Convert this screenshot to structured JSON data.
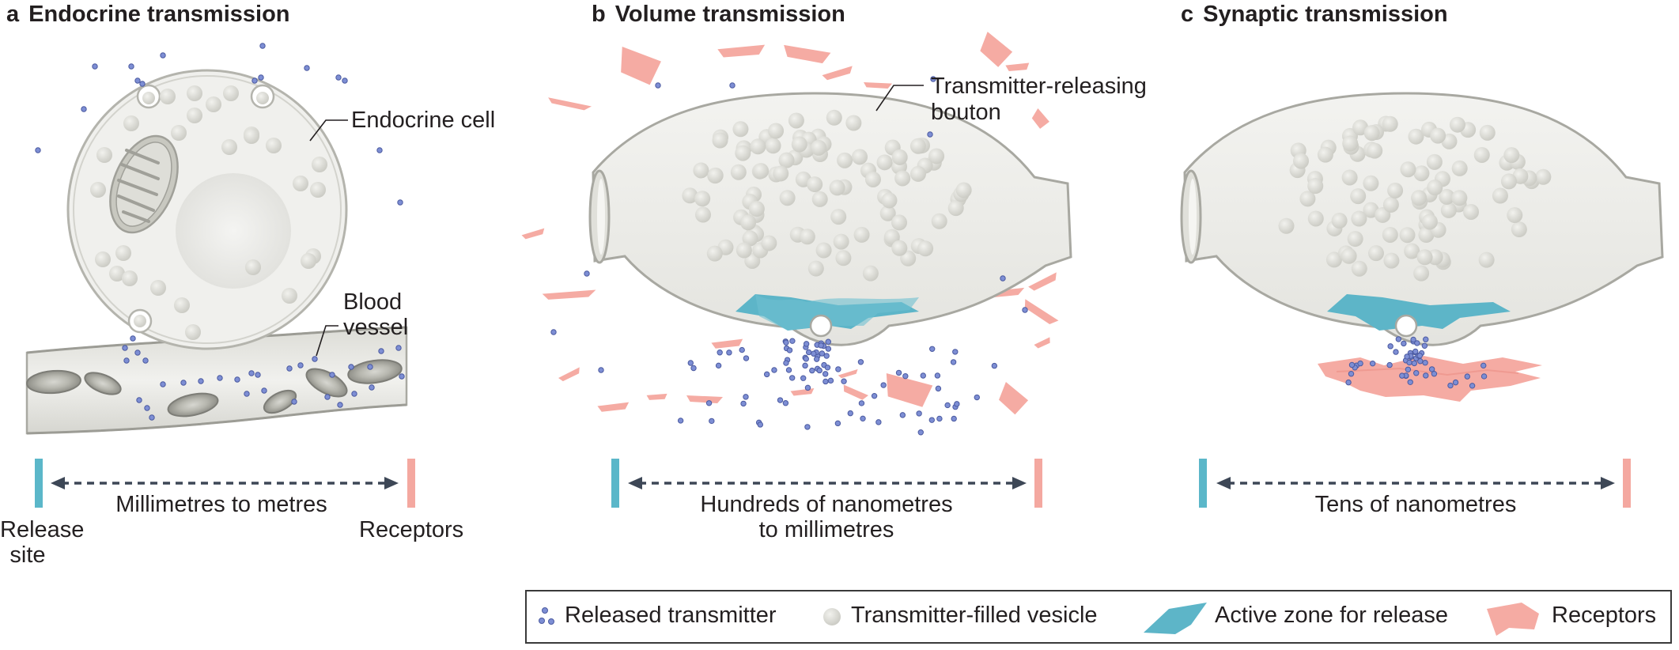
{
  "panels": [
    {
      "letter": "a",
      "title": "Endocrine transmission",
      "distance": "Millimetres to metres"
    },
    {
      "letter": "b",
      "title": "Volume transmission",
      "distance_line1": "Hundreds of nanometres",
      "distance_line2": "to millimetres"
    },
    {
      "letter": "c",
      "title": "Synaptic transmission",
      "distance": "Tens of nanometres"
    }
  ],
  "labels": {
    "endocrine_cell": "Endocrine cell",
    "blood_vessel_line1": "Blood",
    "blood_vessel_line2": "vessel",
    "bouton_line1": "Transmitter-releasing",
    "bouton_line2": "bouton",
    "release_site_line1": "Release",
    "release_site_line2": "site",
    "receptors": "Receptors"
  },
  "legend": {
    "released_transmitter": "Released transmitter",
    "vesicle": "Transmitter-filled vesicle",
    "active_zone": "Active zone for release",
    "receptors": "Receptors"
  },
  "colors": {
    "release_marker": "#5bb7c9",
    "receptor_marker": "#f4a8a0",
    "active_zone": "#5db5c8",
    "receptor": "#f5aba3",
    "transmitter": "#7d8ed4",
    "vesicle": "#d7d7d0",
    "cell": "#efefec",
    "arrow": "#3d4756"
  }
}
